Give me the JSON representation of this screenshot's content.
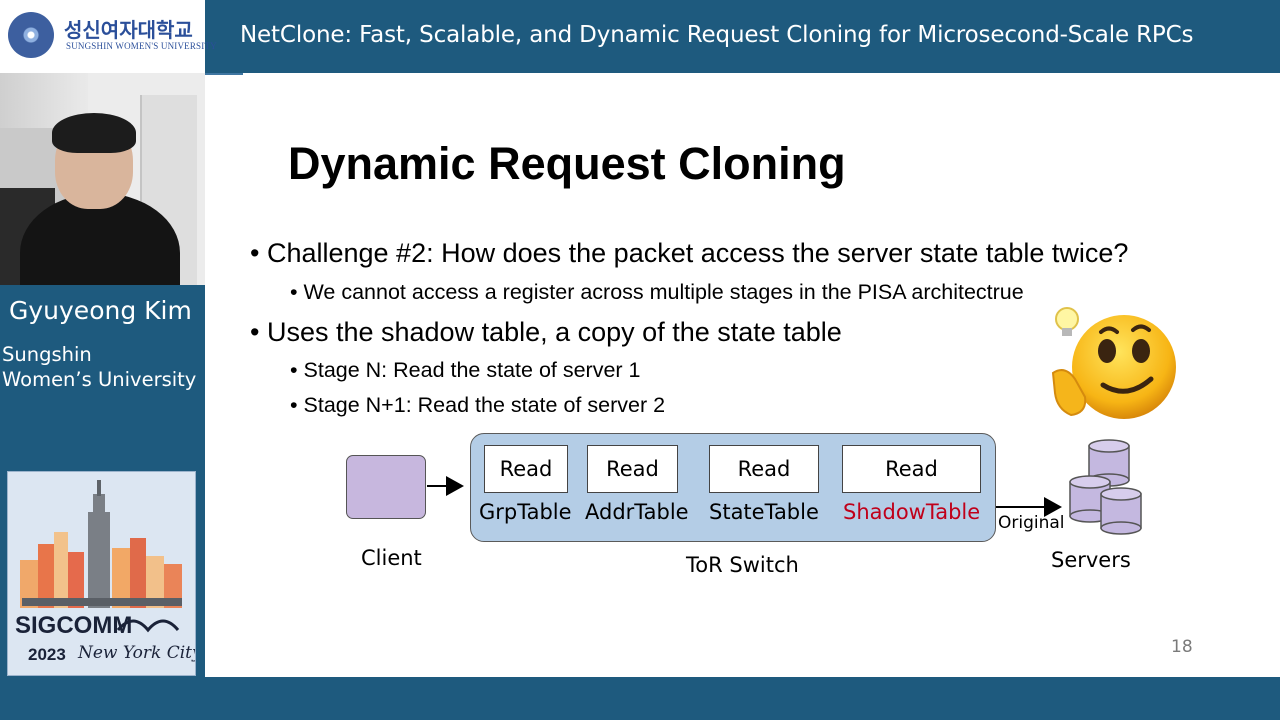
{
  "header": {
    "logo_korean": "성신여자대학교",
    "logo_english": "SUNGSHIN WOMEN'S UNIVERSITY",
    "talk_title": "NetClone: Fast, Scalable, and Dynamic Request Cloning for Microsecond-Scale RPCs"
  },
  "speaker": {
    "name": "Gyuyeong Kim",
    "affiliation_line1": "Sungshin",
    "affiliation_line2": "Women’s University"
  },
  "conference": {
    "name": "SIGCOMM",
    "year": "2023",
    "city": "New York City"
  },
  "slide": {
    "title": "Dynamic Request Cloning",
    "bullets": [
      "• Challenge #2: How does the packet access the server state table twice?",
      "• We cannot access a register across multiple stages in the PISA architectrue",
      "•  Uses the shadow table, a copy of the state table",
      "• Stage N: Read the state of server 1",
      "• Stage N+1: Read the state of server 2"
    ],
    "diagram": {
      "client_label": "Client",
      "switch_label": "ToR Switch",
      "servers_label": "Servers",
      "original_label": "Original",
      "read_label": "Read",
      "tables": [
        "GrpTable",
        "AddrTable",
        "StateTable",
        "ShadowTable"
      ],
      "highlight_color": "#c0001a"
    },
    "page_number": "18"
  }
}
